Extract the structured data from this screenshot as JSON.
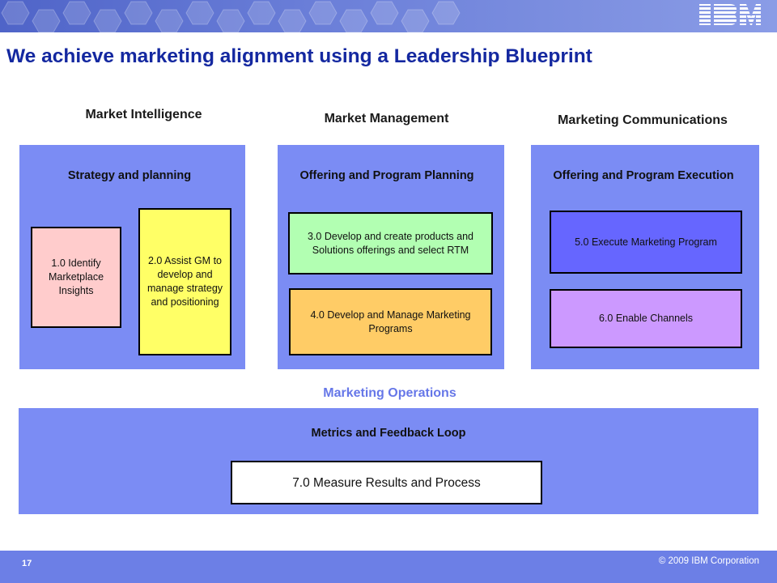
{
  "header": {
    "logo_alt": "IBM",
    "brand_color": "#1428a0",
    "banner_color": "#5a6ed0"
  },
  "title": "We achieve marketing alignment using a Leadership Blueprint",
  "columns": [
    {
      "heading": "Market Intelligence",
      "panel_title": "Strategy and planning",
      "boxes": [
        {
          "label": "1.0 Identify Marketplace Insights",
          "color": "#ffcccc"
        },
        {
          "label": "2.0 Assist GM to develop and manage strategy and positioning",
          "color": "#ffff66"
        }
      ]
    },
    {
      "heading": "Market Management",
      "panel_title": "Offering and Program Planning",
      "boxes": [
        {
          "label": "3.0 Develop and create products and Solutions offerings and select RTM",
          "color": "#b2ffb2"
        },
        {
          "label": "4.0 Develop and Manage Marketing Programs",
          "color": "#ffcc66"
        }
      ]
    },
    {
      "heading": "Marketing Communications",
      "panel_title": "Offering and Program Execution",
      "boxes": [
        {
          "label": "5.0 Execute Marketing Program",
          "color": "#6666ff"
        },
        {
          "label": "6.0 Enable Channels",
          "color": "#cc99ff"
        }
      ]
    }
  ],
  "operations": {
    "heading": "Marketing Operations",
    "panel_title": "Metrics and Feedback Loop",
    "box": {
      "label": "7.0 Measure Results and Process",
      "color": "#ffffff"
    }
  },
  "footer": {
    "page_number": "17",
    "copyright": "© 2009 IBM Corporation"
  }
}
